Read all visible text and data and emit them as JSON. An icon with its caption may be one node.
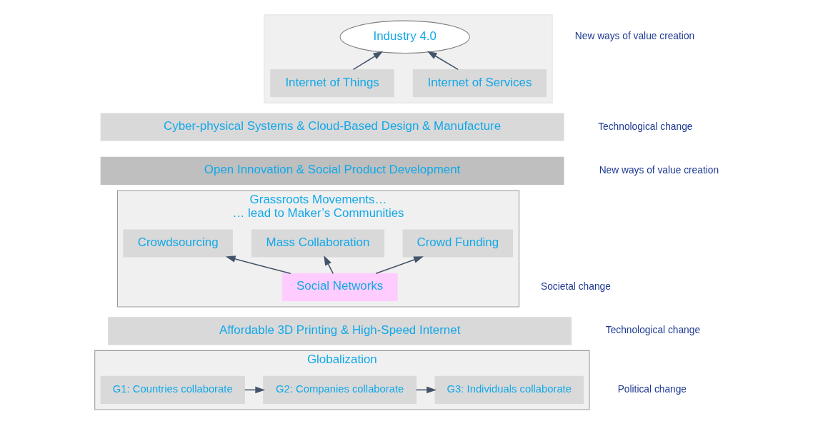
{
  "diagram": {
    "nodes": [
      {
        "text": [],
        "shape": "triangle"
      },
      {
        "text": [
          "Industry 4.0"
        ],
        "in": 0
      },
      {
        "text": [
          "Internet of Things"
        ],
        "in": 0
      },
      {
        "text": [
          "Internet of Services"
        ],
        "in": 0
      },
      {
        "text": [
          "Cyber-physical Systems & Cloud-Based Design & Manufacture"
        ]
      },
      {
        "text": [
          "Open Innovation & Social Product Development"
        ]
      },
      {
        "text": [
          "Grassroots Movements…",
          "… lead to Maker’s Communities"
        ]
      },
      {
        "text": [
          "Crowdsourcing"
        ],
        "in": 6
      },
      {
        "text": [
          "Mass Collaboration"
        ],
        "in": 6
      },
      {
        "text": [
          "Crowd Funding"
        ],
        "in": 6
      },
      {
        "text": [
          "Social Networks"
        ],
        "in": 6
      },
      {
        "text": [
          "Affordable 3D Printing & High-Speed Internet"
        ]
      },
      {
        "text": [
          "Globalization"
        ]
      },
      {
        "text": [
          "G1: Countries collaborate"
        ],
        "in": 12
      },
      {
        "text": [
          "G2: Companies collaborate"
        ],
        "in": 12
      },
      {
        "text": [
          "G3: Individuals collaborate"
        ],
        "in": 12
      }
    ],
    "edges": [
      {
        "from": 2,
        "to": 1,
        "arrow": "to"
      },
      {
        "from": 3,
        "to": 1,
        "arrow": "to"
      },
      {
        "from": 10,
        "to": 7,
        "arrow": "to"
      },
      {
        "from": 10,
        "to": 8,
        "arrow": "to"
      },
      {
        "from": 10,
        "to": 9,
        "arrow": "to"
      },
      {
        "from": 13,
        "to": 14,
        "arrow": "to"
      },
      {
        "from": 14,
        "to": 15,
        "arrow": "to"
      }
    ],
    "labels": [
      "New ways of value creation",
      "Technological change",
      "New ways of value creation",
      "Societal change",
      "Technological change",
      "Political change"
    ]
  }
}
